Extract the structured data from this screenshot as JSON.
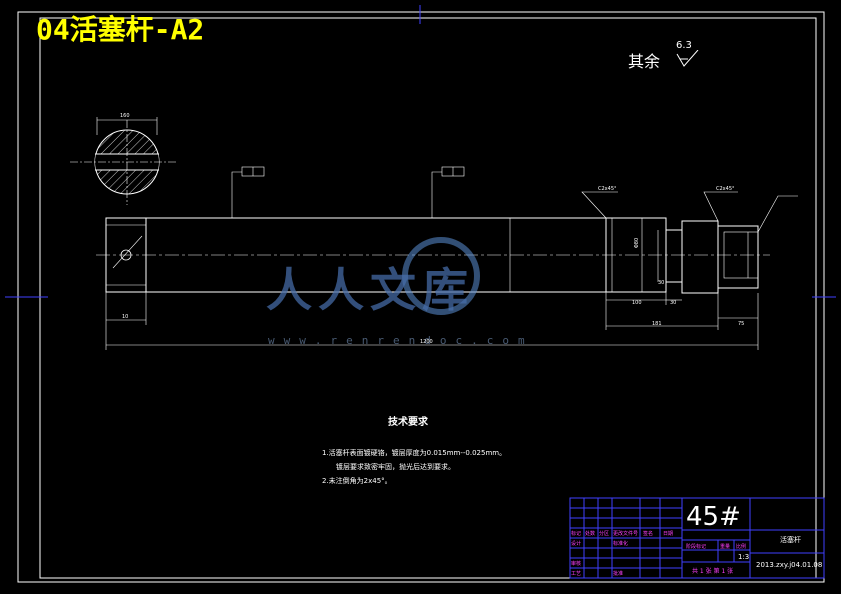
{
  "drawing": {
    "title": "04活塞杆-A2",
    "roughness_label": "其余",
    "roughness_value": "6.3"
  },
  "technical_requirements": {
    "title": "技术要求",
    "lines": [
      "1.活塞杆表面镀硬铬，镀层厚度为0.015mm--0.025mm。",
      "镀层要求致密牢固，抛光后达到要求。",
      "2.未注倒角为2x45°。"
    ]
  },
  "dimensions": {
    "total_length": "1200",
    "section_width": "160",
    "end_length": "181",
    "length_100": "100",
    "length_30": "30",
    "length_75": "75",
    "dim_10": "10",
    "dim_30": "30",
    "dim_80": "Φ80",
    "chamfer_1": "C2x45°",
    "chamfer_2": "C2x45°"
  },
  "title_block": {
    "material": "45#",
    "part_name": "活塞杆",
    "drawing_code": "2013.zxy.j04.01.08",
    "scale": "1:3",
    "sheet": "共 1 张 第 1 张",
    "labels": [
      "标记",
      "处数",
      "分区",
      "更改文件号",
      "签名",
      "日期",
      "设计",
      "标准化",
      "审核",
      "工艺",
      "批准",
      "阶段标记",
      "重量",
      "比例"
    ]
  },
  "watermark": {
    "text": "人人文库",
    "url": "www.renrendoc.com"
  },
  "colors": {
    "background": "#000000",
    "lines": "#ffffff",
    "title": "#ffff00",
    "title_block": "#4040ff",
    "title_block_text": "#ff40ff"
  }
}
